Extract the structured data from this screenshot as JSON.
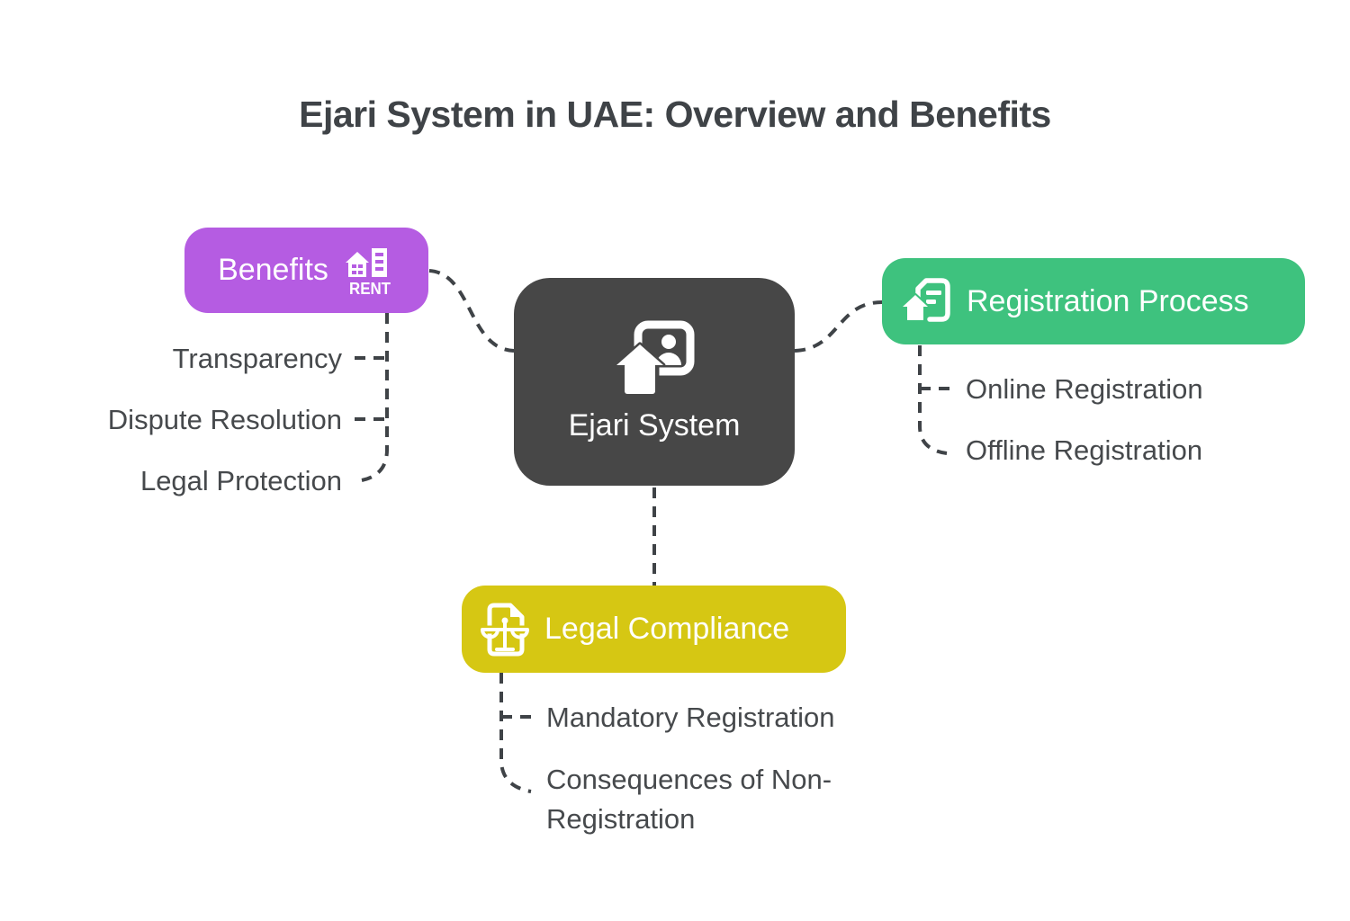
{
  "title": "Ejari System in UAE: Overview and Benefits",
  "colors": {
    "benefits_purple": "#b55ce2",
    "registration_green": "#3ec27e",
    "legal_yellow": "#d6c713",
    "center_dark": "#474747",
    "label_text": "#46494c",
    "connector_line": "#3f4347"
  },
  "center": {
    "label": "Ejari System",
    "icon": "house-id-card-icon"
  },
  "benefits": {
    "label": "Benefits",
    "icon": "rent-buildings-icon",
    "icon_text": "RENT",
    "children": [
      "Transparency",
      "Dispute Resolution",
      "Legal Protection"
    ]
  },
  "registration": {
    "label": "Registration Process",
    "icon": "document-house-icon",
    "children": [
      "Online Registration",
      "Offline Registration"
    ]
  },
  "legal": {
    "label": "Legal Compliance",
    "icon": "document-scales-icon",
    "children": [
      "Mandatory Registration",
      "Consequences of Non-Registration"
    ]
  }
}
